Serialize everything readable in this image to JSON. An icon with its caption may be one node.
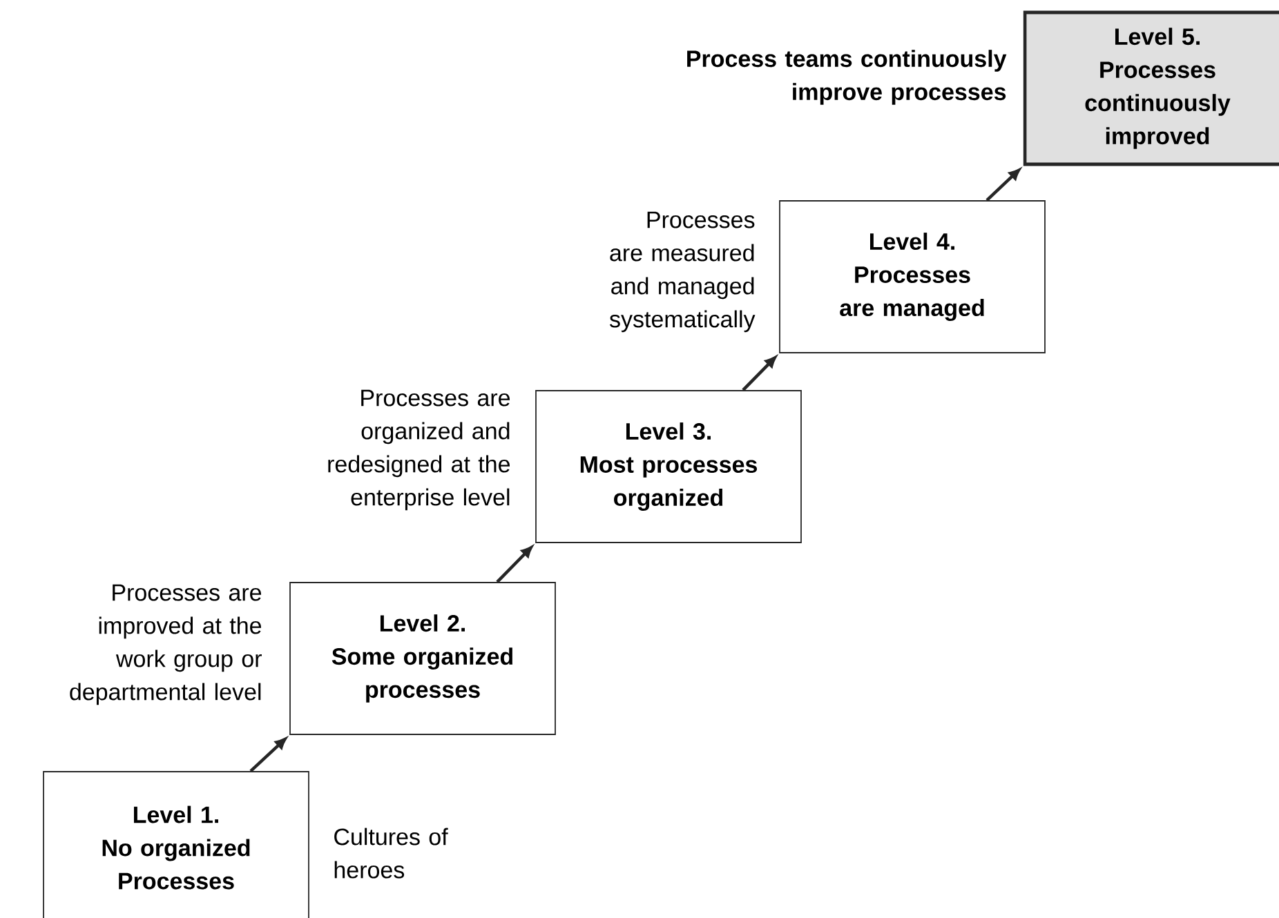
{
  "diagram": {
    "nodes": [
      {
        "text": [
          "Level 1.",
          "No organized Processes"
        ],
        "beside": [
          "Cultures of heroes"
        ]
      },
      {
        "text": [
          "Level 2.",
          "Some organized processes"
        ],
        "beside": [
          "Processes are improved at the work group or departmental level"
        ]
      },
      {
        "text": [
          "Level 3.",
          "Most processes organized"
        ],
        "beside": [
          "Processes are organized and redesigned at the enterprise level"
        ]
      },
      {
        "text": [
          "Level 4.",
          "Processes are managed"
        ],
        "beside": [
          "Processes are measured and managed systematically"
        ]
      },
      {
        "text": [
          "Level 5.",
          "Processes continuously improved"
        ],
        "beside": [
          "Process teams continuously improve processes"
        ]
      }
    ],
    "edges": [
      {
        "from": 0,
        "to": 1,
        "arrow": "to"
      },
      {
        "from": 1,
        "to": 2,
        "arrow": "to"
      },
      {
        "from": 2,
        "to": 3,
        "arrow": "to"
      },
      {
        "from": 3,
        "to": 4,
        "arrow": "to"
      }
    ]
  }
}
